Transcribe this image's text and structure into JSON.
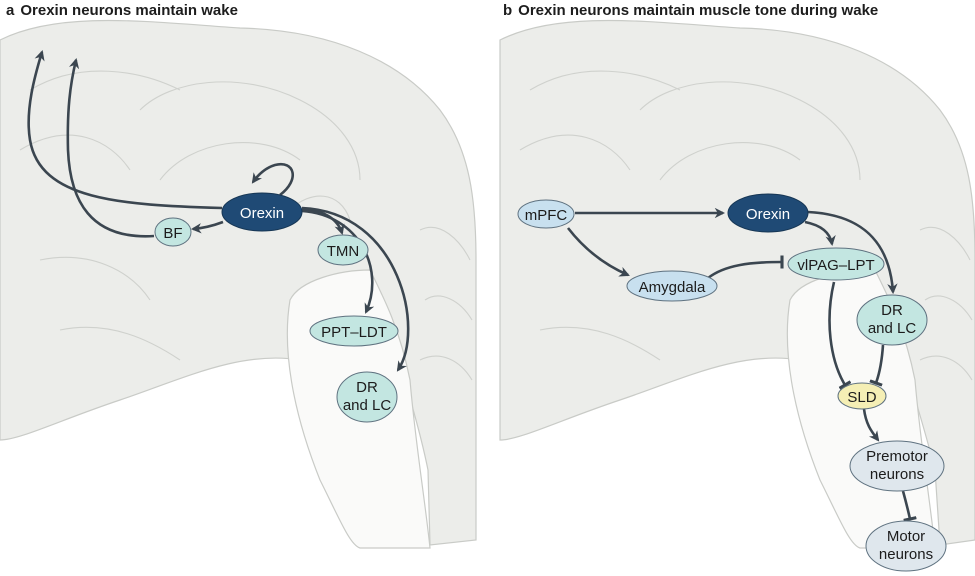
{
  "panels": [
    {
      "letter": "a",
      "title": "Orexin neurons maintain wake"
    },
    {
      "letter": "b",
      "title": "Orexin neurons maintain muscle tone during wake"
    }
  ],
  "panel_a": {
    "nodes": {
      "orexin": "Orexin",
      "bf": "BF",
      "tmn": "TMN",
      "ppt_ldt": "PPT–LDT",
      "dr_lc": [
        "DR",
        "and LC"
      ]
    }
  },
  "panel_b": {
    "nodes": {
      "mpfc": "mPFC",
      "orexin": "Orexin",
      "amygdala": "Amygdala",
      "vlpag_lpt": "vlPAG–LPT",
      "dr_lc": [
        "DR",
        "and LC"
      ],
      "sld": "SLD",
      "premotor": [
        "Premotor",
        "neurons"
      ],
      "motor": [
        "Motor",
        "neurons"
      ]
    }
  },
  "colors": {
    "orexin": "#1f4a75",
    "target_teal": "#c3e6e1",
    "cortical_blue": "#c8e0ef",
    "sld_yellow": "#f5efb5",
    "neurons_grey": "#dfe7ed",
    "arrow": "#3b4650"
  }
}
